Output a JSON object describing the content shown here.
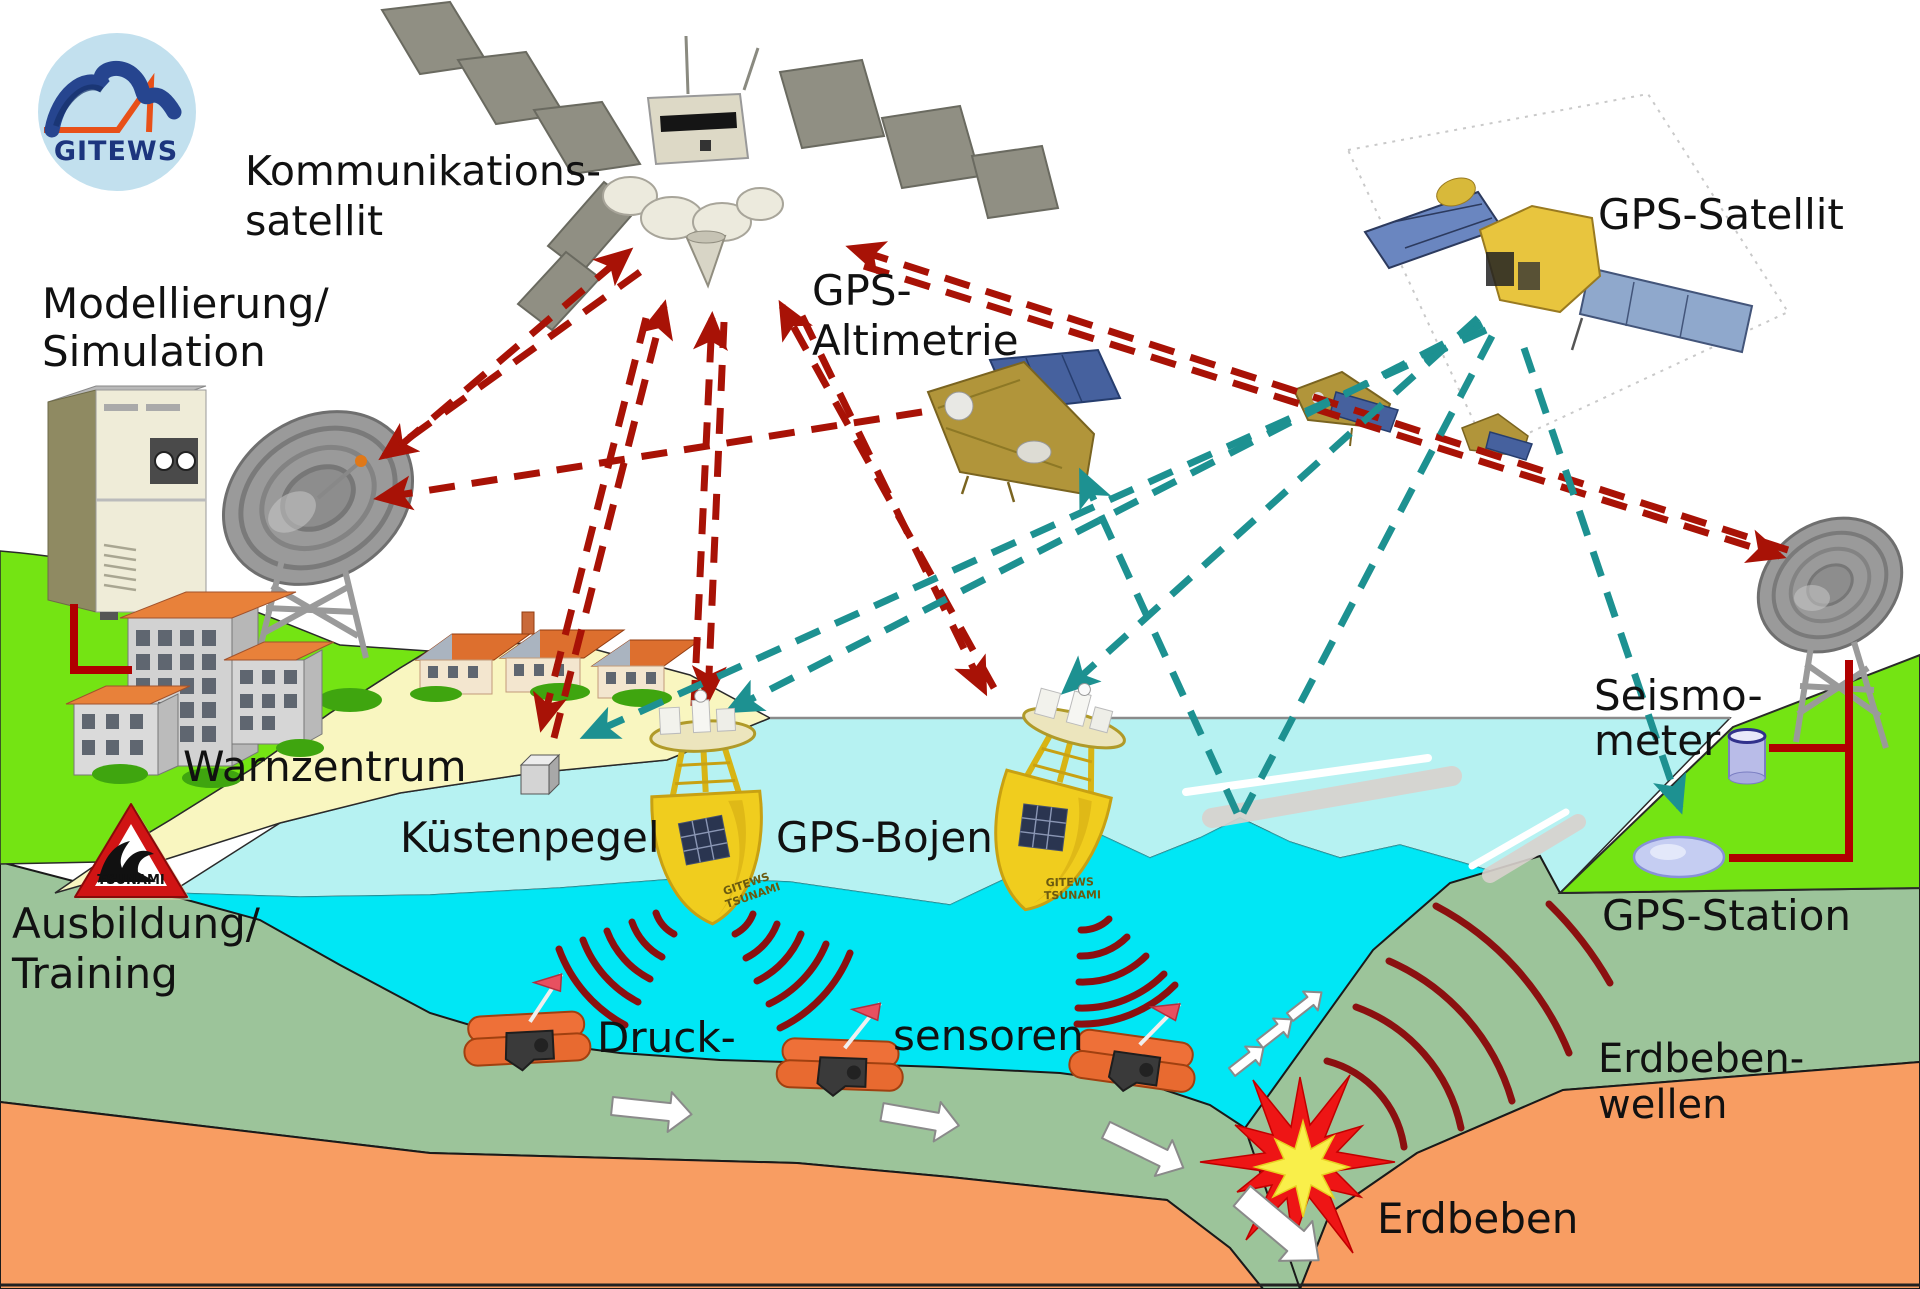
{
  "labels": {
    "logo_text": "GITEWS",
    "comm_satellite": {
      "line1": "Kommunikations-",
      "line2": "satellit"
    },
    "modelling": {
      "line1": "Modellierung/",
      "line2": "Simulation"
    },
    "gps_satellite": "GPS-Satellit",
    "gps_altimetry": {
      "line1": "GPS-",
      "line2": "Altimetrie"
    },
    "warning_centre": "Warnzentrum",
    "coastal_gauge": "Küstenpegel",
    "gps_buoys": "GPS-Bojen",
    "seismometer": {
      "line1": "Seismo-",
      "line2": "meter"
    },
    "gps_station": "GPS-Station",
    "training": {
      "line1": "Ausbildung/",
      "line2": "Training"
    },
    "pressure_sensors": {
      "line1": "Druck-",
      "line2": "sensoren"
    },
    "quake_waves": {
      "line1": "Erdbeben-",
      "line2": "wellen"
    },
    "earthquake": "Erdbeben",
    "tsunami_sign": "TSUNAMI",
    "buoy_marking": {
      "line1": "GITEWS",
      "line2": "TSUNAMI"
    }
  },
  "colors": {
    "land_green": "#74e413",
    "beach": "#f9f6c0",
    "water_shallow": "#b6f2f2",
    "water_deep": "#00e7f5",
    "plate_sage": "#9cc49a",
    "plate_orange": "#f89d62",
    "link_comm": "#a81206",
    "link_gps": "#1d9191",
    "arc_seismic": "#8b1010",
    "cable": "#b00000",
    "buoy_yellow": "#f0cd1e",
    "sign_red": "#d01414"
  }
}
